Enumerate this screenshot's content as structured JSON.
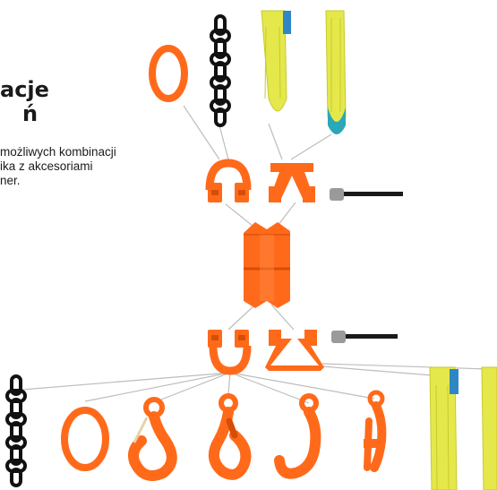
{
  "heading": {
    "line1": "acje",
    "line2": "ń"
  },
  "description": {
    "line1": "możliwych kombinacji",
    "line2": "ika z akcesoriami",
    "line3": "ner."
  },
  "colors": {
    "orange": "#ff6a1a",
    "orange_dark": "#d64d06",
    "chain": "#111111",
    "sling_yellow": "#e5e84a",
    "sling_blue": "#2f86c4",
    "sling_teal": "#2aa8b8",
    "pin": "#1a1a1a",
    "connector_line": "#bdbdbd"
  },
  "icons": {
    "oval_link": "oval-master-link-icon",
    "chain": "chain-icon",
    "sling": "round-sling-icon",
    "clevis": "clevis-connector-icon",
    "web_connector": "web-sling-connector-icon",
    "swivel": "swivel-body-icon",
    "pin": "bolt-pin-icon",
    "latch_hook": "latch-hook-icon",
    "self_locking_hook": "self-locking-hook-icon",
    "open_hook": "open-sling-hook-icon",
    "shortening_hook": "shortening-hook-icon"
  }
}
